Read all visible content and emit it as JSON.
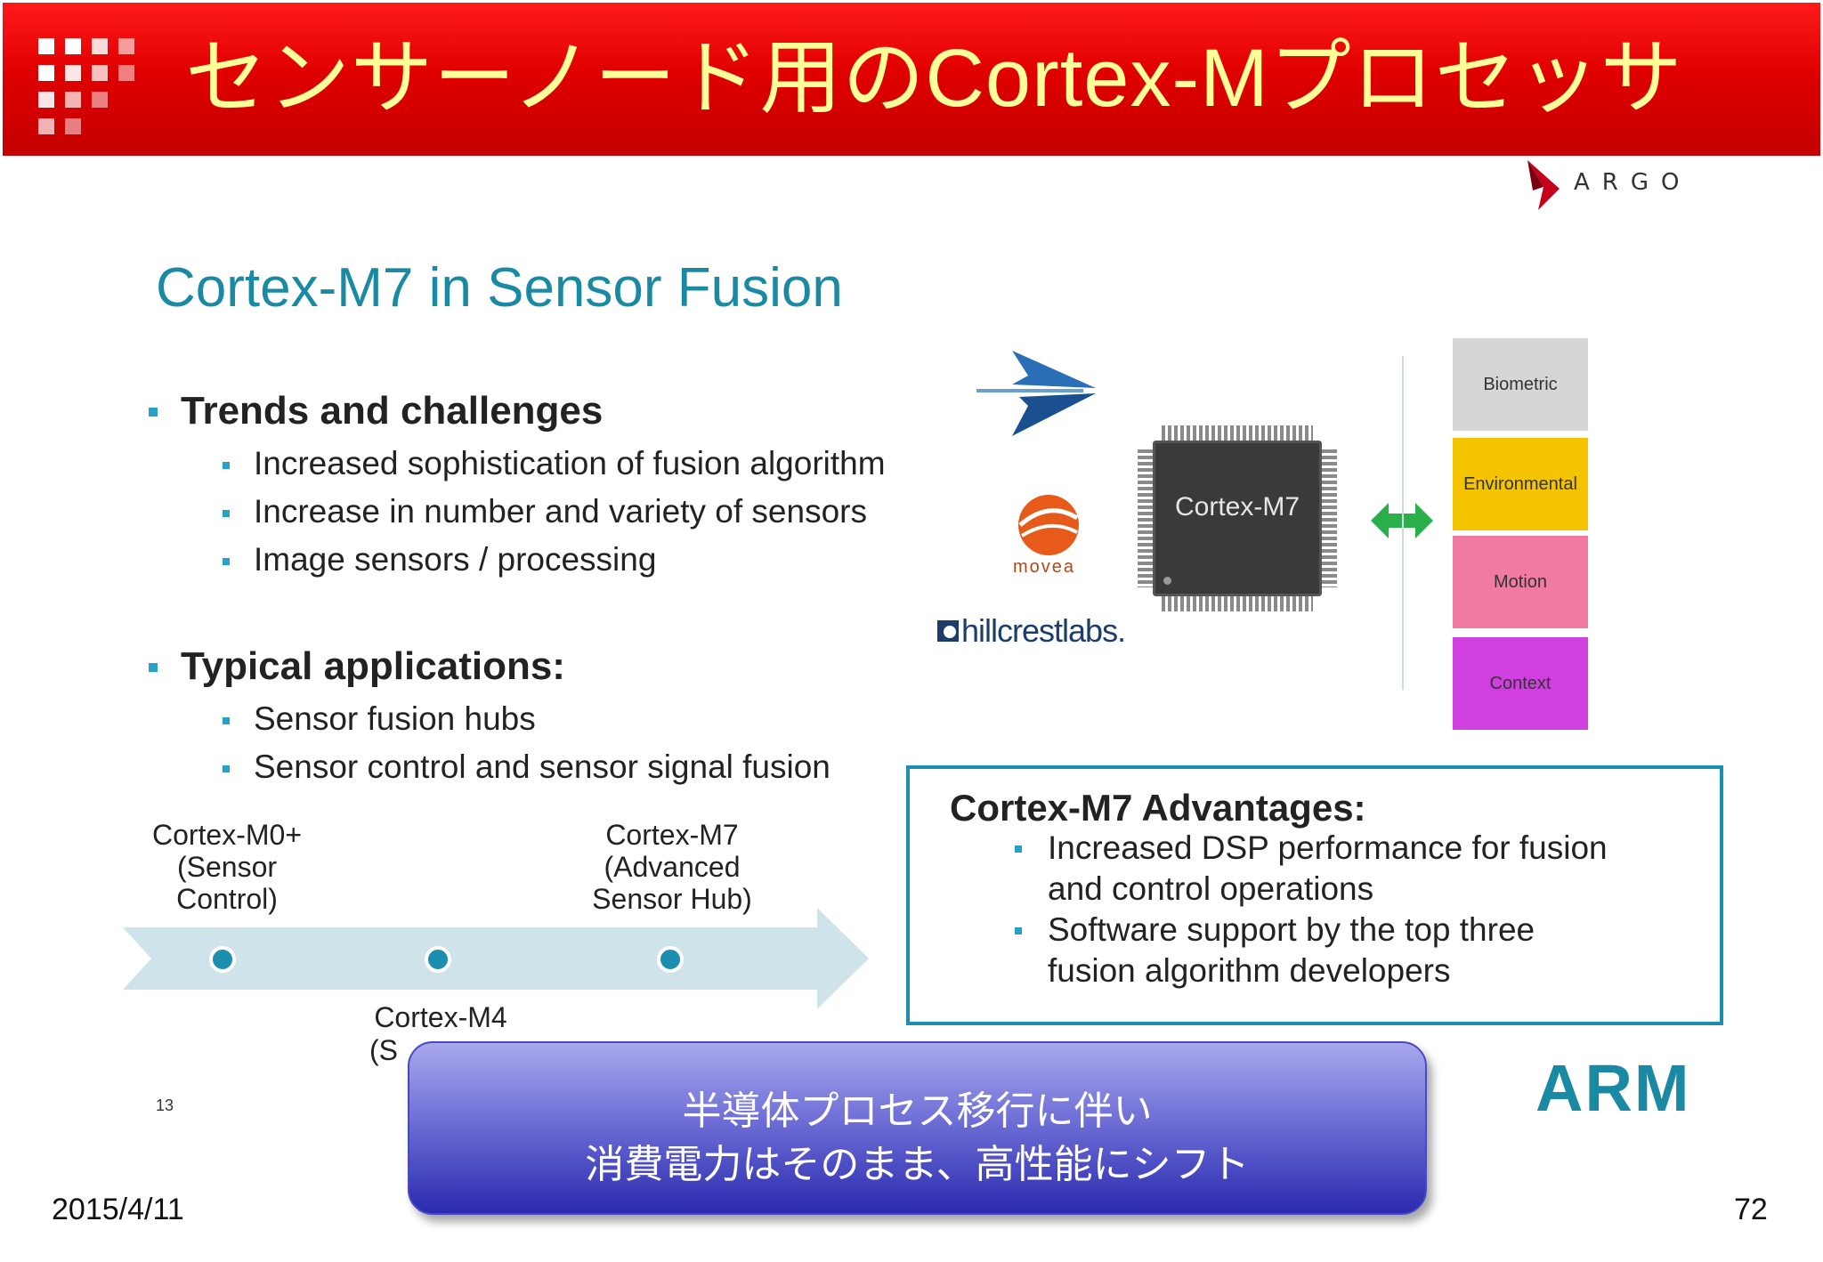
{
  "header": {
    "title": "センサーノード用のCortex-Mプロセッサ",
    "argo_logo": "ARGO",
    "bg_color": "#e00000",
    "title_color": "#ffff99"
  },
  "slide": {
    "title": "Cortex-M7 in Sensor Fusion",
    "trends": {
      "heading": "Trends and challenges",
      "items": [
        "Increased sophistication of fusion algorithm",
        "Increase in number and variety of sensors",
        "Image sensors / processing"
      ]
    },
    "applications": {
      "heading": "Typical applications:",
      "items": [
        "Sensor fusion hubs",
        "Sensor control and sensor signal fusion"
      ]
    },
    "roadmap": {
      "stage_m0": "Cortex-M0+\n(Sensor\nControl)",
      "stage_m7": "Cortex-M7\n(Advanced\nSensor Hub)",
      "stage_m4_line1": "Cortex-M4",
      "stage_m4_line2": "(S"
    },
    "logos": {
      "hillcrest": "hillcrestlabs.",
      "movea": "movea"
    },
    "chip_label": "Cortex-M7",
    "categories": [
      {
        "label": "Biometric",
        "color": "#d6d6d6"
      },
      {
        "label": "Environmental",
        "color": "#f5c400"
      },
      {
        "label": "Motion",
        "color": "#f07aa0"
      },
      {
        "label": "Context",
        "color": "#d040e0"
      }
    ],
    "advantages": {
      "heading": "Cortex-M7 Advantages:",
      "item1_line1": "Increased DSP performance for fusion",
      "item1_line2": "and control operations",
      "item2_line1": "Software support by the top three",
      "item2_line2": "fusion algorithm developers"
    },
    "slide_number": "13",
    "arm_logo": "ARM"
  },
  "callout": {
    "line1": "半導体プロセス移行に伴い",
    "line2": "消費電力はそのまま、高性能にシフト"
  },
  "footer": {
    "date": "2015/4/11",
    "page": "72"
  }
}
